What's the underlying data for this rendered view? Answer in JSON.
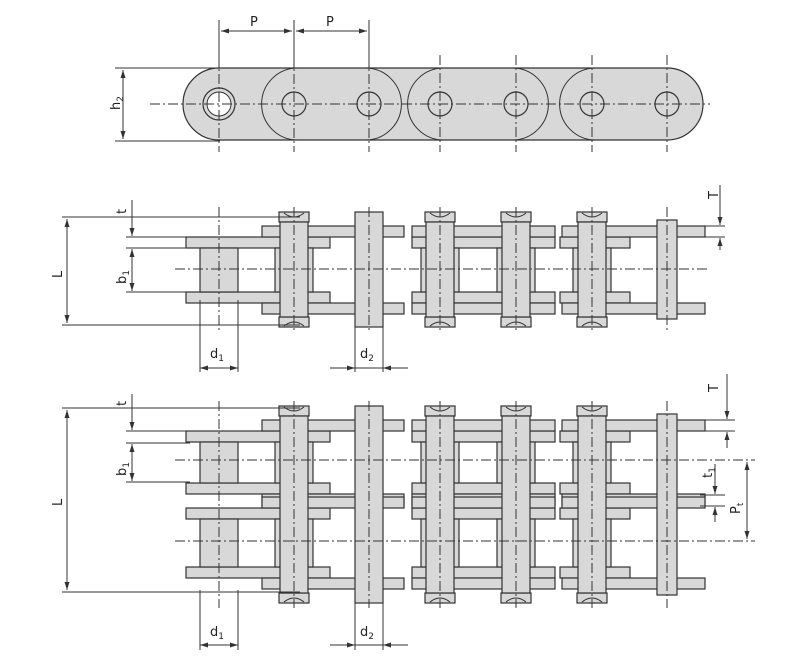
{
  "colors": {
    "part_fill": "#d8d8d8",
    "line": "#333333",
    "background": "#ffffff"
  },
  "top_view": {
    "pitch_labels": [
      "P",
      "P"
    ],
    "height_label": {
      "main": "h",
      "sub": "2"
    }
  },
  "single_strand_view": {
    "t_label": "t",
    "b1_label": {
      "main": "b",
      "sub": "1"
    },
    "L_label": "L",
    "T_label": "T",
    "d1_label": {
      "main": "d",
      "sub": "1"
    },
    "d2_label": {
      "main": "d",
      "sub": "2"
    }
  },
  "double_strand_view": {
    "t_label": "t",
    "b1_label": {
      "main": "b",
      "sub": "1"
    },
    "L_label": "L",
    "T_label": "T",
    "t1_label": {
      "main": "t",
      "sub": "1"
    },
    "Pt_label": {
      "main": "P",
      "sub": "t"
    },
    "d1_label": {
      "main": "d",
      "sub": "1"
    },
    "d2_label": {
      "main": "d",
      "sub": "2"
    }
  }
}
